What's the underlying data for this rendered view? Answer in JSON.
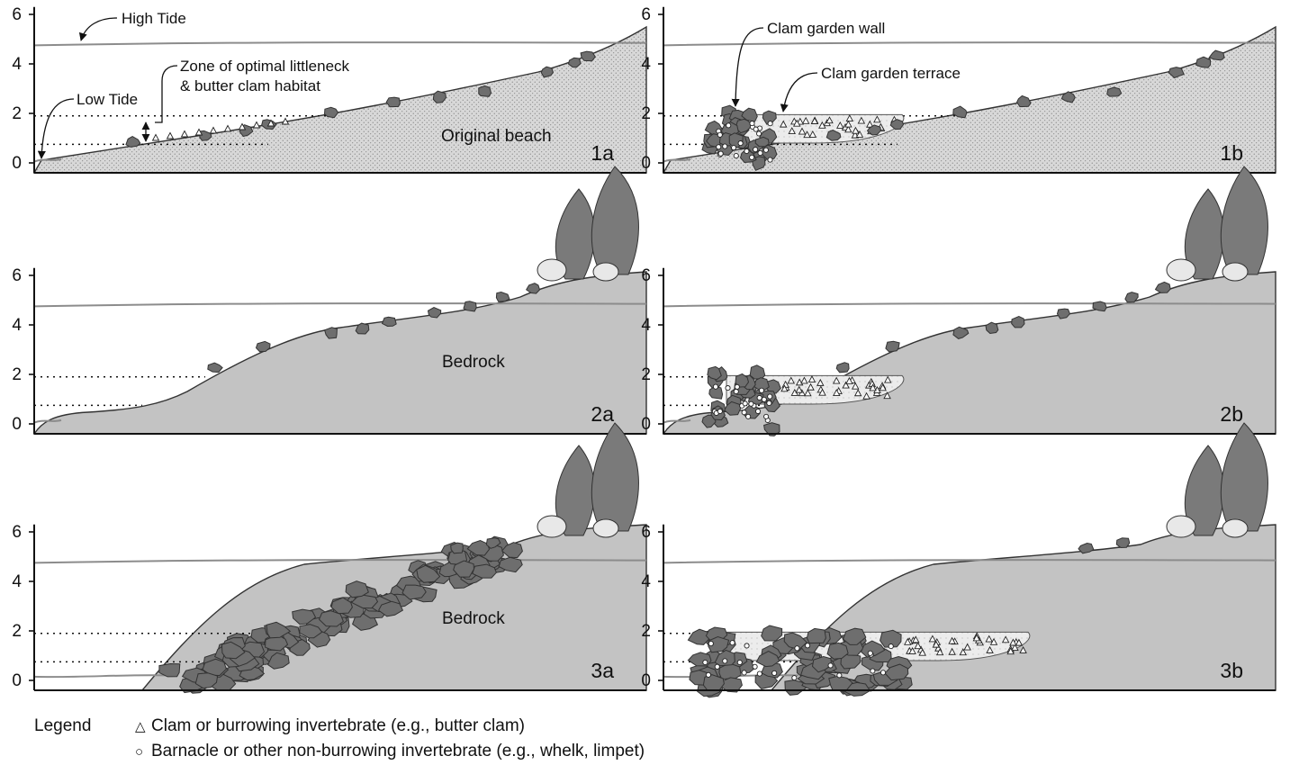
{
  "y_ticks": [
    "6",
    "4",
    "2",
    "0"
  ],
  "panels": [
    {
      "id": "1a",
      "label": "1a",
      "zone_label": "Original beach",
      "bedrock": false,
      "wall": false,
      "boulders": false,
      "trees": false
    },
    {
      "id": "1b",
      "label": "1b",
      "zone_label": "",
      "bedrock": false,
      "wall": true,
      "boulders": false,
      "trees": false
    },
    {
      "id": "2a",
      "label": "2a",
      "zone_label": "Bedrock",
      "bedrock": true,
      "wall": false,
      "boulders": false,
      "trees": true
    },
    {
      "id": "2b",
      "label": "2b",
      "zone_label": "",
      "bedrock": true,
      "wall": true,
      "boulders": false,
      "trees": true
    },
    {
      "id": "3a",
      "label": "3a",
      "zone_label": "Bedrock",
      "bedrock": true,
      "wall": false,
      "boulders": true,
      "trees": true
    },
    {
      "id": "3b",
      "label": "3b",
      "zone_label": "",
      "bedrock": true,
      "wall": true,
      "boulders": true,
      "trees": true
    }
  ],
  "annotations": {
    "high_tide": "High Tide",
    "low_tide": "Low Tide",
    "zone_line1": "Zone of optimal littleneck",
    "zone_line2": "& butter clam habitat",
    "wall": "Clam garden wall",
    "terrace": "Clam garden terrace"
  },
  "legend": {
    "title": "Legend",
    "items": [
      {
        "symbol": "triangle-icon",
        "glyph": "△",
        "text": "Clam or burrowing invertebrate (e.g., butter clam)"
      },
      {
        "symbol": "circle-icon",
        "glyph": "○",
        "text": "Barnacle or other non-burrowing invertebrate (e.g., whelk, limpet)"
      }
    ]
  },
  "colors": {
    "beach_fill": "#d6d6d6",
    "bedrock_fill": "#c3c3c3",
    "rock_fill": "#6e6e6e",
    "tree_fill": "#7a7a7a",
    "water_line": "#8c8c8c",
    "terrace_fill": "#e6e6e6"
  }
}
